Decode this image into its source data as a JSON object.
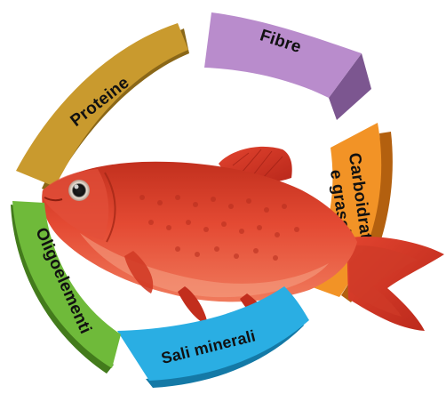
{
  "diagram": {
    "segments": [
      {
        "id": "proteine",
        "label": "Proteine",
        "color": "#c99a2e",
        "side_color": "#8a6718"
      },
      {
        "id": "fibre",
        "label": "Fibre",
        "color": "#b98ccc",
        "side_color": "#7c5690"
      },
      {
        "id": "carboidrati",
        "label_line1": "Carboidrati",
        "label_line2": "e grassi",
        "color": "#f29326",
        "side_color": "#b3600f"
      },
      {
        "id": "sali",
        "label": "Sali minerali",
        "color": "#2aaee3",
        "side_color": "#1479a6"
      },
      {
        "id": "oligo",
        "label": "Oligoelementi",
        "color": "#6fba3a",
        "side_color": "#437b1c"
      }
    ],
    "center_image": "red-barb-fish"
  }
}
